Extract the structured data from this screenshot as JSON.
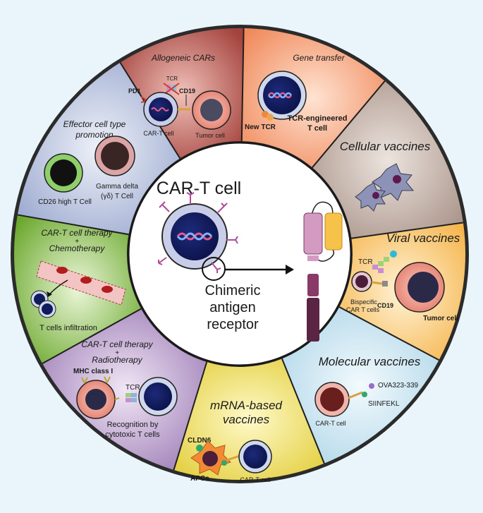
{
  "center": {
    "title": "CAR-T cell",
    "receptor_label": [
      "Chimeric",
      "antigen",
      "receptor"
    ]
  },
  "segments": {
    "allogeneic": {
      "title": "Allogeneic CARs",
      "tcr": "TCR",
      "pd1": "PD1",
      "cd19": "CD19",
      "cart_cell": "CAR-T cell",
      "tumor_cell": "Tumor cell",
      "color": "#b34d48"
    },
    "gene_transfer": {
      "title": "Gene transfer",
      "new_tcr": "New TCR",
      "engineered": [
        "TCR-engineered",
        "T cell"
      ],
      "color": "#f5a37f"
    },
    "cellular": {
      "title": "Cellular vaccines",
      "color": "#b9a59c"
    },
    "viral": {
      "title": "Viral vaccines",
      "tcr": "TCR",
      "bispecific": [
        "Bispecific",
        "CAR T cells"
      ],
      "cd19": "CD19",
      "tumor_cell": "Tumor cell",
      "color": "#fbd07a"
    },
    "molecular": {
      "title": "Molecular vaccines",
      "ova": "OVA323-339",
      "siinfekl": "SIINFEKL",
      "cart_cell": "CAR-T cell",
      "color": "#c6e3ef"
    },
    "mrna": {
      "title": [
        "mRNA-based",
        "vaccines"
      ],
      "cldn6": "CLDN6",
      "apcs": "APCs",
      "cart_cell": "CAR-T cell",
      "color": "#ede070"
    },
    "radiotherapy": {
      "title": [
        "CAR-T cell therapy",
        "+",
        "Radiotherapy"
      ],
      "mhc": "MHC class I",
      "tcr": "TCR",
      "recognition": [
        "Recognition by",
        "cytotoxic T cells"
      ],
      "color": "#b79bc9"
    },
    "chemotherapy": {
      "title": [
        "CAR-T cell therapy",
        "+",
        "Chemotherapy"
      ],
      "infiltration": "T cells infiltration",
      "color": "#8cc24a"
    },
    "effector": {
      "title": [
        "Effector cell type",
        "promotion"
      ],
      "cd26": "CD26 high T Cell",
      "gamma": [
        "Gamma delta",
        "(γδ) T Cell"
      ],
      "color": "#b6c2de"
    }
  }
}
